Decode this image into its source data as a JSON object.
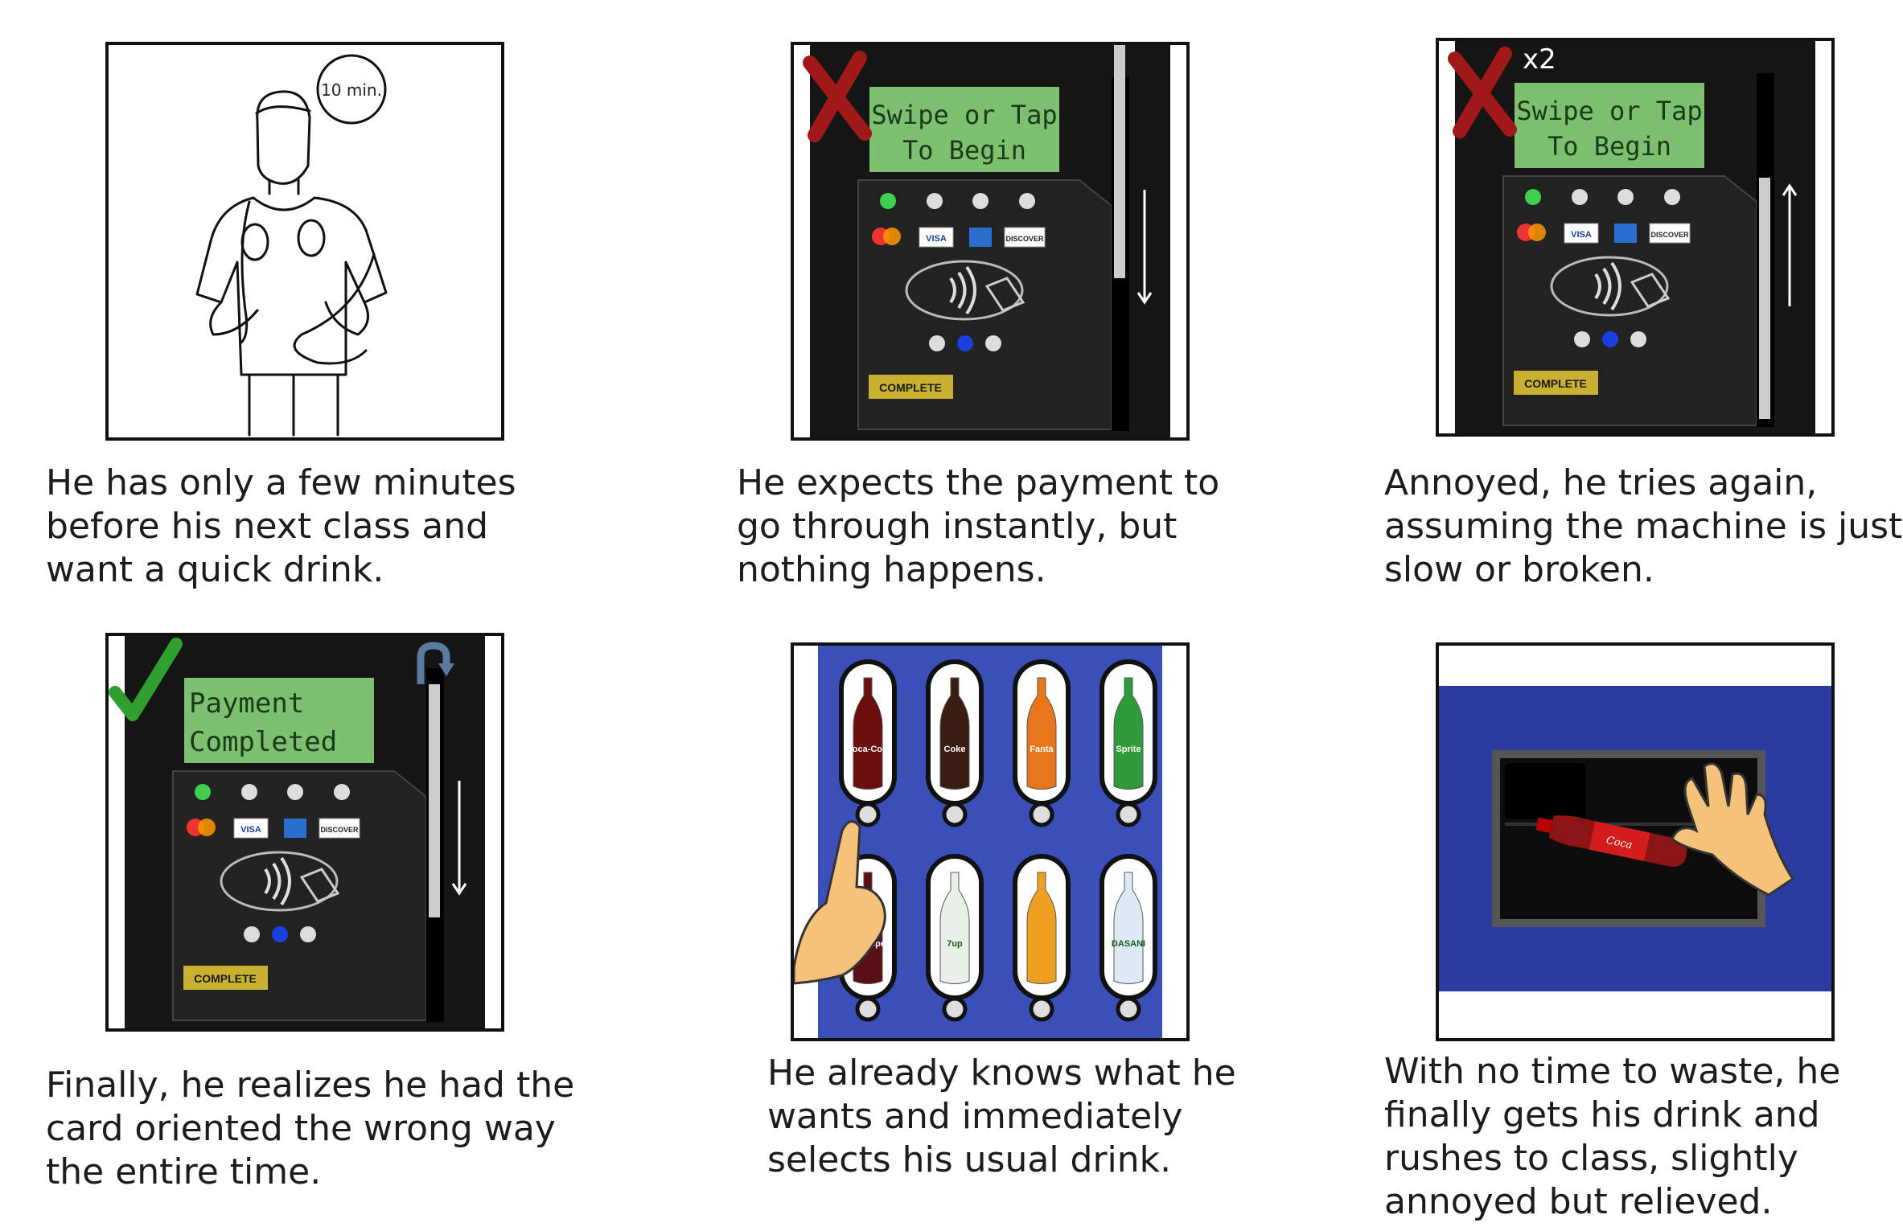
{
  "panels": [
    {
      "caption": "He has only a few minutes\nbefore his next class and\nwant a quick drink.",
      "bubble": "10 min."
    },
    {
      "caption": "He expects the payment to\ngo through instantly, but\nnothing happens.",
      "screen_line1": "Swipe or Tap",
      "screen_line2": "To Begin",
      "button": "COMPLETE"
    },
    {
      "caption": "Annoyed, he tries again,\nassuming the machine is just\nslow or broken.",
      "screen_line1": "Swipe or Tap",
      "screen_line2": "To Begin",
      "badge": "x2",
      "button": "COMPLETE"
    },
    {
      "caption": "Finally, he realizes he had the\ncard oriented the wrong way\nthe entire time.",
      "screen_line1": "Payment",
      "screen_line2": "Completed",
      "button": "COMPLETE"
    },
    {
      "caption": "He already knows what he\nwants and immediately\nselects his usual drink.",
      "bottle_labels": [
        "Coca-Cola",
        "Coke",
        "Fanta",
        "Sprite",
        "Dr Pepper",
        "7up",
        "",
        "DASANI"
      ]
    },
    {
      "caption": "With no time to waste, he\nfinally gets his drink and\nrushes to class, slightly\nannoyed but relieved."
    }
  ],
  "card_logos": [
    "MasterCard",
    "VISA",
    "AMEX",
    "DISCOVER"
  ],
  "colors": {
    "screen_green": "#7cc070",
    "machine_dark": "#1a1a1a",
    "vending_blue": "#3a4fb8",
    "red_x": "#a01818",
    "check_green": "#2fa02f",
    "button_gold": "#c9b030"
  }
}
